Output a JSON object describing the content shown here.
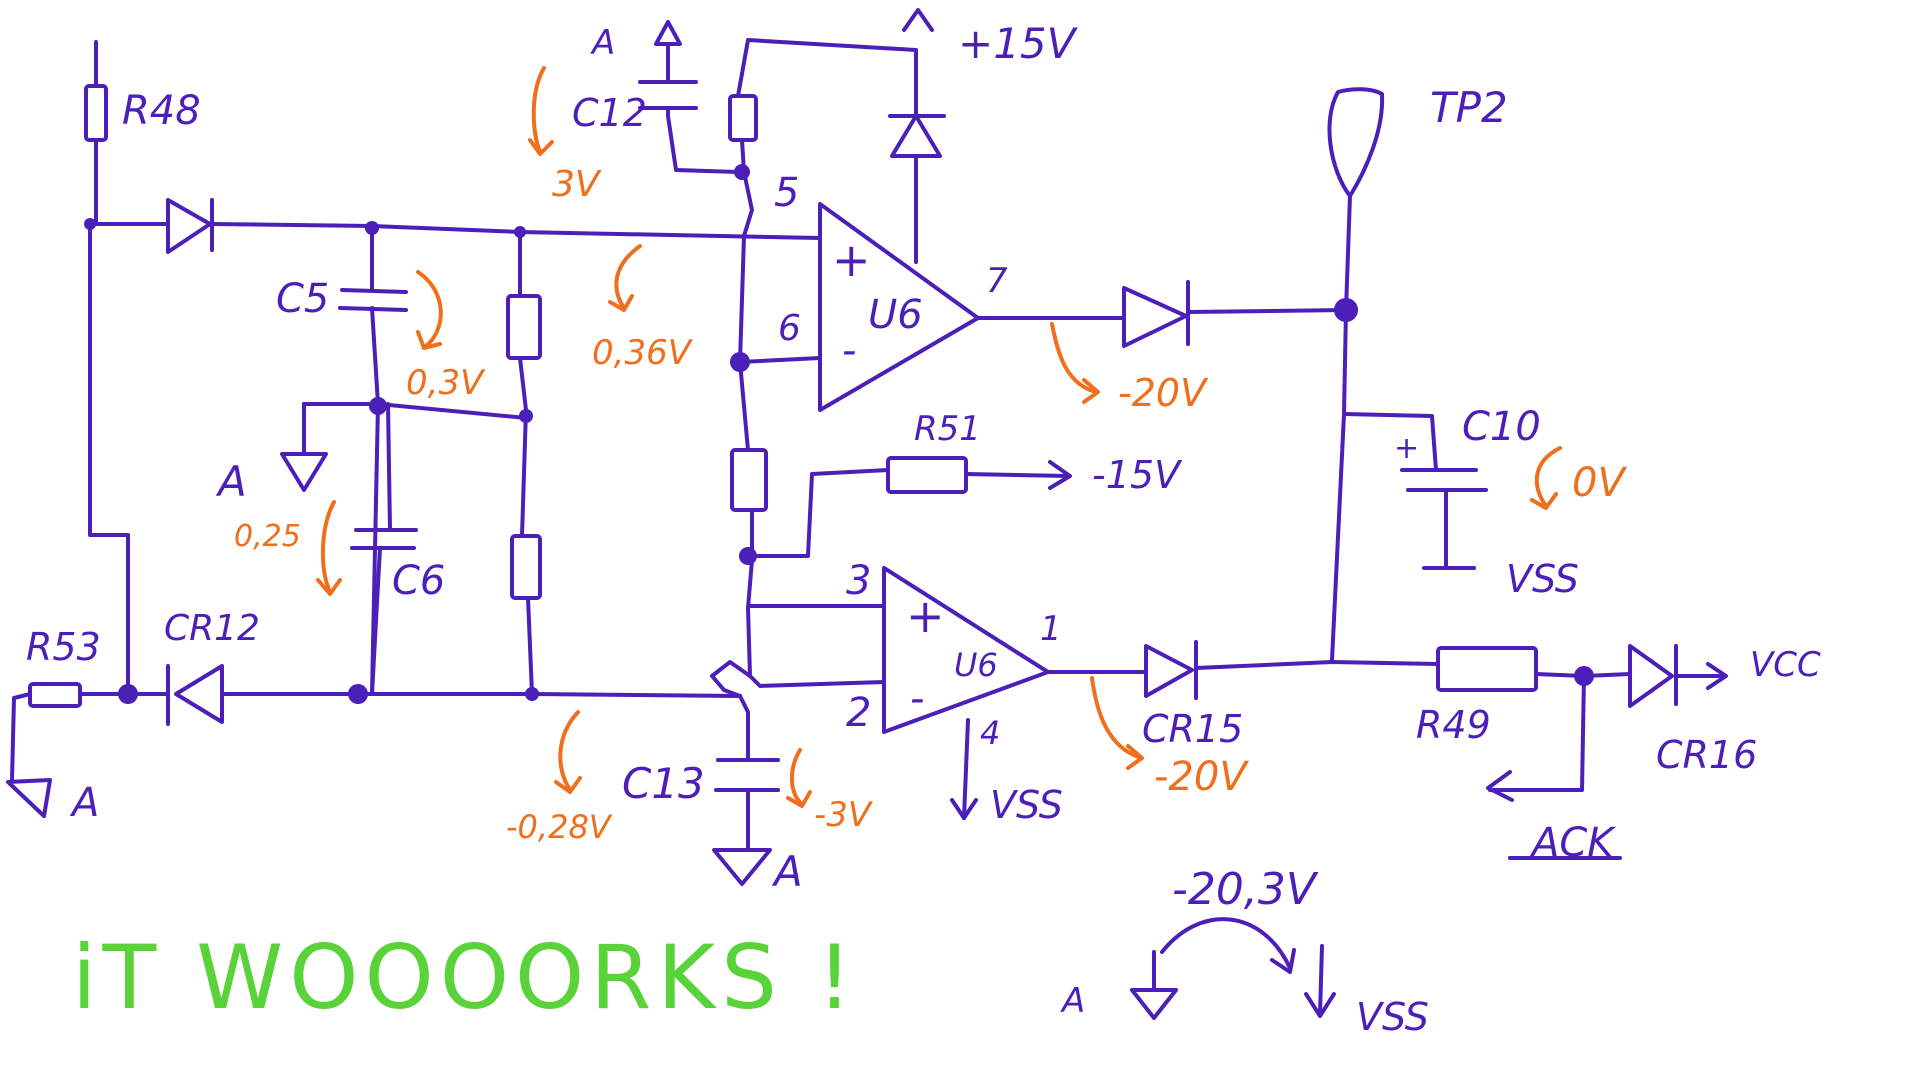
{
  "colors": {
    "ink": "#4b1fb8",
    "measurement": "#ef6f1c",
    "note": "#5ad23a",
    "background": "#ffffff"
  },
  "labels": {
    "r48": "R48",
    "r53": "R53",
    "r51": "R51",
    "r49": "R49",
    "c5": "C5",
    "c6": "C6",
    "c10": "C10",
    "c12": "C12",
    "c13": "C13",
    "cr12": "CR12",
    "cr15": "CR15",
    "cr16": "CR16",
    "u6_top": "U6",
    "u6_bottom": "U6",
    "tp2": "TP2",
    "ground_a1": "A",
    "ground_a2": "A",
    "ground_a3": "A",
    "ground_a4": "A",
    "ground_a5": "A",
    "plus15v": "+15V",
    "minus15v": "-15V",
    "vss1": "VSS",
    "vss2": "VSS",
    "vss3": "VSS",
    "vcc": "VCC",
    "ack": "ACK",
    "pin5": "5",
    "pin6": "6",
    "pin7": "7",
    "pin3": "3",
    "pin2": "2",
    "pin1": "1",
    "pin4": "4",
    "plus_top": "+",
    "minus_top": "-",
    "plus_bottom": "+",
    "minus_bottom": "-",
    "plus_c10": "+"
  },
  "measurements": {
    "v_3v": "3V",
    "v_0_3v": "0,3V",
    "v_0_36v": "0,36V",
    "v_0_25": "0,25",
    "v_minus_0_28v": "-0,28V",
    "v_minus_3v": "-3V",
    "v_minus_20v_top": "-20V",
    "v_minus_20v_bottom": "-20V",
    "v_0v": "0V",
    "v_minus_20_3v": "-20,3V"
  },
  "note": {
    "text": "iT WOOOORKS !"
  }
}
